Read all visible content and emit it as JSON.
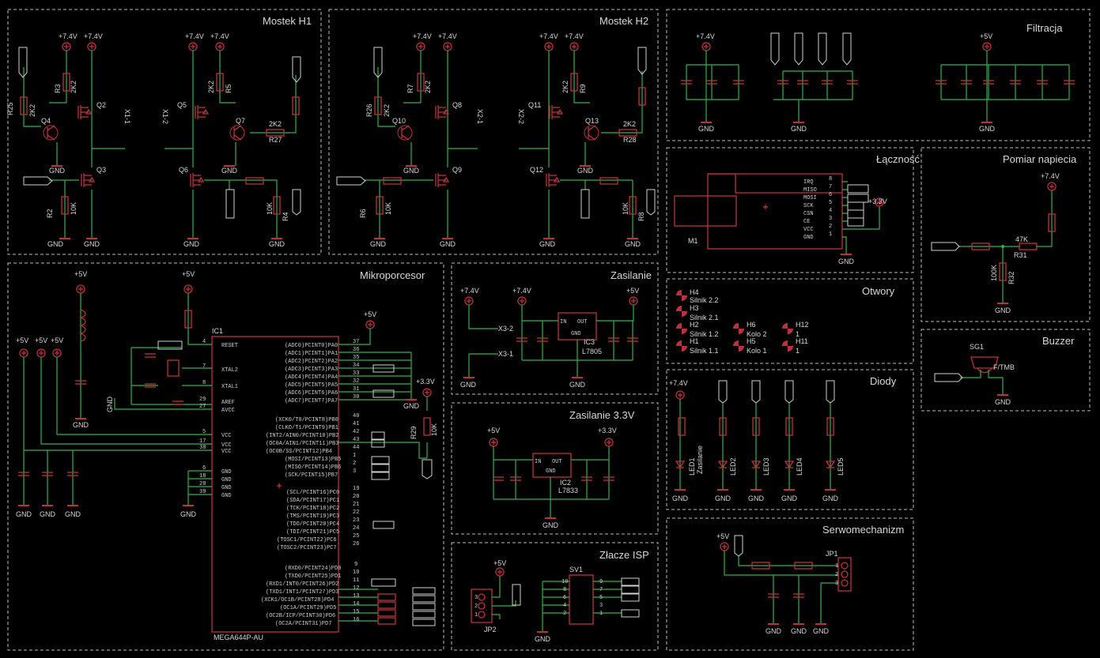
{
  "panels": {
    "mostek_h1": "Mostek H1",
    "mostek_h2": "Mostek H2",
    "filtracja": "Filtracja",
    "lacznosc": "Łączność",
    "pomiar": "Pomiar napiecia",
    "mikroprocesor": "Mikroporcesor",
    "zasilanie": "Zasilanie",
    "zasilanie33": "Zasilanie 3.3V",
    "otwory": "Otwory",
    "buzzer": "Buzzer",
    "diody": "Diody",
    "isp": "Złacze ISP",
    "serwo": "Serwomechanizm"
  },
  "nets": {
    "v74": "+7.4V",
    "v5": "+5V",
    "v33": "+3.3V",
    "gnd": "GND"
  },
  "h1": {
    "r25": "R25",
    "r25v": "2K2",
    "r3": "R3",
    "r3v": "2K2",
    "r5": "R5",
    "r5v": "2K2",
    "r27": "R27",
    "r27v": "2K2",
    "r2": "R2",
    "r2v": "10K",
    "r4": "R4",
    "r4v": "10K",
    "q2": "Q2",
    "q3": "Q3",
    "q4": "Q4",
    "q5": "Q5",
    "q6": "Q6",
    "q7": "Q7",
    "x11": "X1-1",
    "x12": "X1-2"
  },
  "h2": {
    "r26": "R26",
    "r26v": "2K2",
    "r7": "R7",
    "r7v": "2K2",
    "r9": "R9",
    "r9v": "2K2",
    "r28": "R28",
    "r28v": "2K2",
    "r6": "R6",
    "r6v": "10K",
    "r8": "R8",
    "r8v": "10K",
    "q8": "Q8",
    "q9": "Q9",
    "q10": "Q10",
    "q11": "Q11",
    "q12": "Q12",
    "q13": "Q13",
    "x21": "X2-1",
    "x22": "X2-2"
  },
  "lacznosc": {
    "m1": "M1",
    "pins": [
      "IRQ",
      "MISO",
      "MOSI",
      "SCK",
      "CSN",
      "CE",
      "VCC",
      "GND"
    ],
    "nums": [
      "8",
      "7",
      "6",
      "5",
      "4",
      "3",
      "2",
      "1"
    ]
  },
  "pomiar": {
    "r31": "R31",
    "r31v": "47K",
    "r32": "R32",
    "r32v": "100K"
  },
  "mcu": {
    "ic1": "IC1",
    "part": "MEGA644P-AU",
    "left_pins": [
      "RESET",
      "XTAL2",
      "XTAL1",
      "AREF",
      "AVCC",
      "VCC",
      "VCC",
      "VCC",
      "GND",
      "GND",
      "GND",
      "GND"
    ],
    "left_nums": [
      "4",
      "7",
      "8",
      "29",
      "27",
      "5",
      "17",
      "38",
      "6",
      "18",
      "28",
      "39"
    ],
    "right_nums_a": [
      "37",
      "36",
      "35",
      "34",
      "33",
      "32",
      "31",
      "30"
    ],
    "right_pins_a": [
      "(ADC0)PCINT0)PA0",
      "(ADC1)PCINT1)PA1",
      "(ADC2)PCINT2)PA2",
      "(ADC3)PCINT3)PA3",
      "(ADC4)PCINT4)PA4",
      "(ADC5)PCINT5)PA5",
      "(ADC6)PCINT6)PA6",
      "(ADC7)PCINT7)PA7"
    ],
    "right_nums_b": [
      "40",
      "41",
      "42",
      "43",
      "44",
      "1",
      "2",
      "3"
    ],
    "right_pins_b": [
      "(XCK0/T0/PCINT8)PB0",
      "(CLKO/T1/PCINT9)PB1",
      "(INT2/AIN0/PCINT10)PB2",
      "(OC0A/AIN1/PCINT11)PB3",
      "(OC0B/SS/PCINT12)PB4",
      "(MOSI/PCINT13)PB5",
      "(MISO/PCINT14)PB6",
      "(SCK/PCINT15)PB7"
    ],
    "right_nums_c": [
      "19",
      "20",
      "21",
      "22",
      "23",
      "24",
      "25",
      "26"
    ],
    "right_pins_c": [
      "(SCL/PCINT16)PC0",
      "(SDA/PCINT17)PC1",
      "(TCK/PCINT18)PC2",
      "(TMS/PCINT19)PC3",
      "(TDO/PCINT20)PC4",
      "(TDI/PCINT21)PC5",
      "(TOSC1/PCINT22)PC6",
      "(TOSC2/PCINT23)PC7"
    ],
    "right_nums_d": [
      "9",
      "10",
      "11",
      "12",
      "13",
      "14",
      "15",
      "16"
    ],
    "right_pins_d": [
      "(RXD0/PCINT24)PD0",
      "(TXD0/PCINT25)PD1",
      "(RXD1/INT0/PCINT26)PD2",
      "(TXD1/INT1/PCINT27)PD3",
      "(XCK1/OC1B/PCINT28)PD4",
      "(OC1A/PCINT29)PD5",
      "(OC2B/ICP/PCINT30)PD6",
      "(OC2A/PCINT31)PD7"
    ],
    "r29": "R29",
    "r29v": "10K"
  },
  "zasilanie": {
    "ic3": "IC3",
    "part": "L7805",
    "x32": "X3-2",
    "x31": "X3-1",
    "in": "IN",
    "out": "OUT",
    "gnd": "GND"
  },
  "zasilanie33": {
    "ic2": "IC2",
    "part": "L7833",
    "in": "IN",
    "out": "OUT",
    "gnd": "GND"
  },
  "otwory": {
    "holes": [
      {
        "id": "H4",
        "label": "Silnik 2.2"
      },
      {
        "id": "H3",
        "label": "Silnik 2.1"
      },
      {
        "id": "H2",
        "label": "Silnik 1.2"
      },
      {
        "id": "H1",
        "label": "Silnik 1.1"
      },
      {
        "id": "H6",
        "label": "Kolo 2"
      },
      {
        "id": "H5",
        "label": "Kolo 1"
      },
      {
        "id": "H12",
        "label": "1"
      },
      {
        "id": "H11",
        "label": "1"
      }
    ]
  },
  "buzzer": {
    "sg1": "SG1",
    "part": "F/TMB"
  },
  "diody": {
    "led1": "LED1",
    "led1b": "Zasilanie",
    "led2": "LED2",
    "led3": "LED3",
    "led4": "LED4",
    "led5": "LED5"
  },
  "isp": {
    "sv1": "SV1",
    "jp2": "JP2",
    "pins_l": [
      "10",
      "8",
      "6",
      "4",
      "2"
    ],
    "pins_r": [
      "9",
      "7",
      "5",
      "3",
      "1"
    ],
    "jp_pins": [
      "3",
      "2",
      "1"
    ]
  },
  "serwo": {
    "jp1": "JP1",
    "pins": [
      "1",
      "2",
      "3"
    ]
  }
}
